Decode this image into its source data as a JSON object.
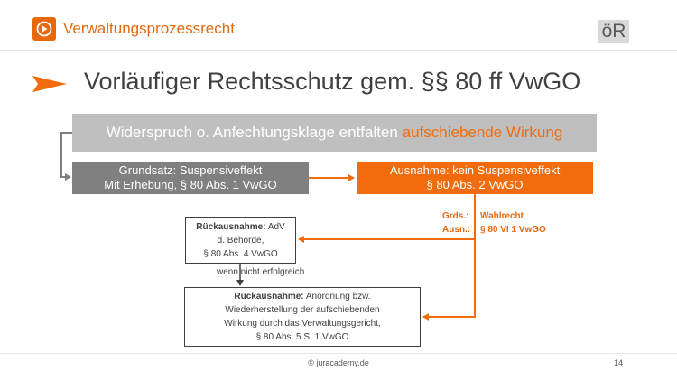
{
  "header": {
    "title": "Verwaltungsprozessrecht",
    "badge": "öR"
  },
  "slide": {
    "title": "Vorläufiger Rechtsschutz gem. §§ 80 ff VwGO"
  },
  "boxes": {
    "top": {
      "text": "Widerspruch o. Anfechtungsklage entfalten ",
      "highlight": "aufschiebende Wirkung"
    },
    "grundsatz": {
      "line1": "Grundsatz: Suspensiveffekt",
      "line2": "Mit Erhebung, § 80 Abs. 1 VwGO"
    },
    "ausnahme": {
      "line1": "Ausnahme: kein Suspensiveffekt",
      "line2": "§ 80 Abs. 2 VwGO"
    },
    "rueck1": {
      "label": "Rückausnahme:",
      "line1": " AdV",
      "line2": "d. Behörde,",
      "line3": "§ 80 Abs. 4 VwGO"
    },
    "rueck2": {
      "label": "Rückausnahme:",
      "line1": " Anordnung bzw.",
      "line2": "Wiederherstellung der aufschiebenden",
      "line3": "Wirkung durch das Verwaltungsgericht,",
      "line4": "§ 80 Abs. 5 S. 1 VwGO"
    }
  },
  "labels": {
    "wenn_nicht": "wenn nicht erfolgreich",
    "grds_label": "Grds.:",
    "grds_value": "Wahlrecht",
    "ausn_label": "Ausn.:",
    "ausn_value": "§ 80 VI 1 VwGO"
  },
  "footer": {
    "copyright": "© juracademy.de",
    "page": "14"
  },
  "colors": {
    "accent": "#f26c0d",
    "gray_dark": "#808080",
    "gray_light": "#bfbfbf",
    "text": "#404040"
  }
}
